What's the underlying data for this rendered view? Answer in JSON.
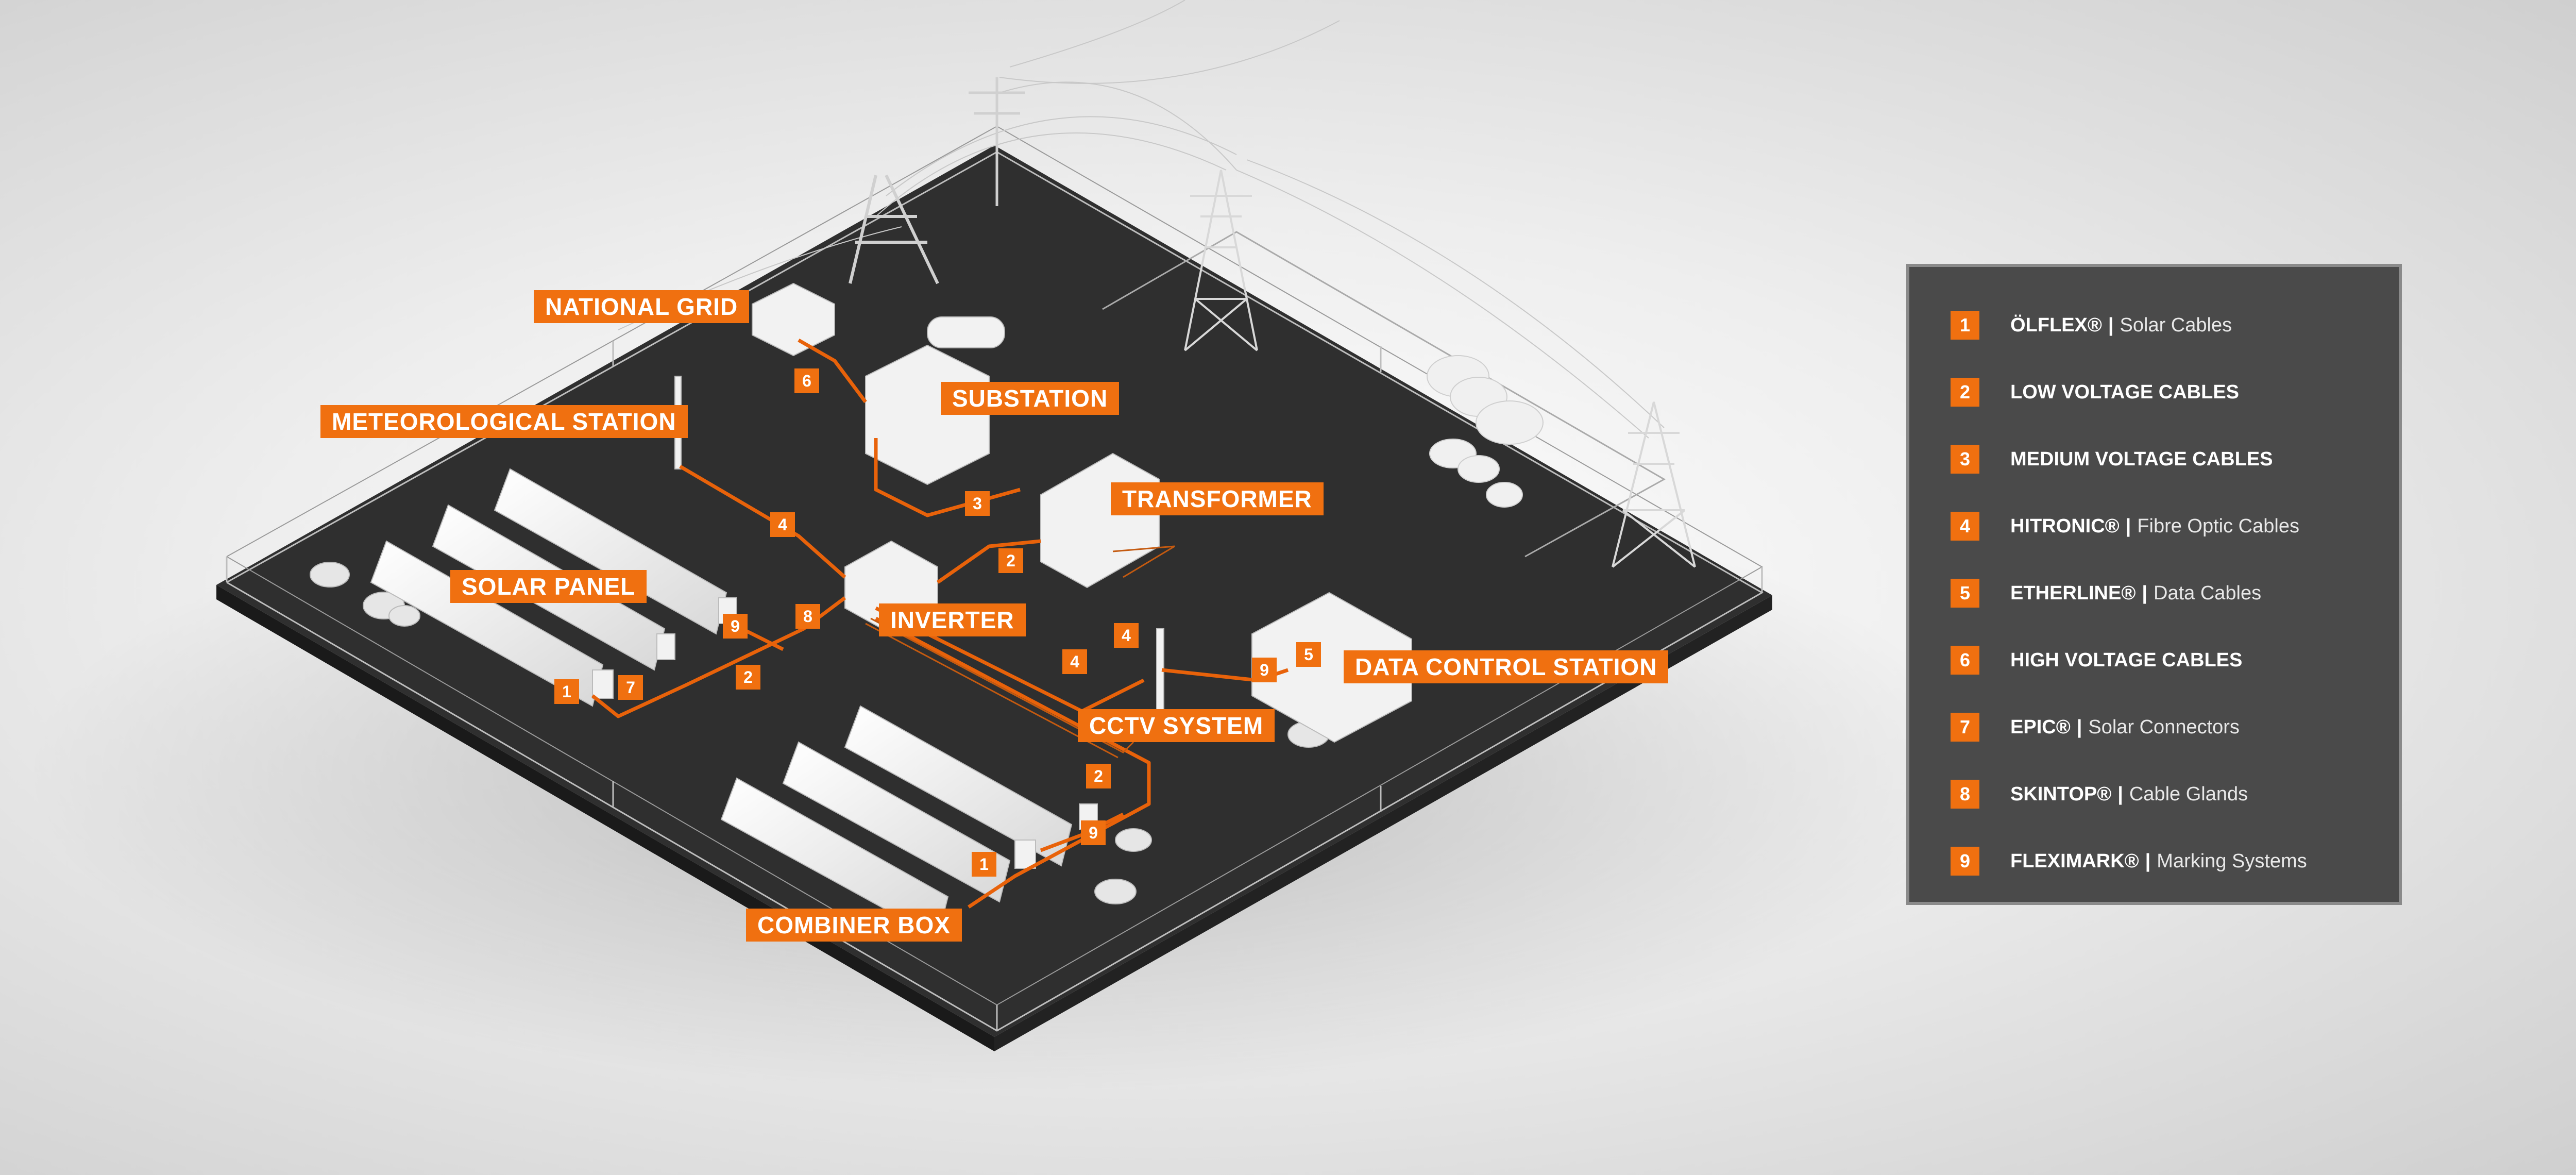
{
  "diagram": {
    "labels": {
      "national_grid": "NATIONAL GRID",
      "meteorological_station": "METEOROLOGICAL STATION",
      "substation": "SUBSTATION",
      "transformer": "TRANSFORMER",
      "solar_panel": "SOLAR PANEL",
      "inverter": "INVERTER",
      "data_control_station": "DATA CONTROL STATION",
      "cctv_system": "CCTV SYSTEM",
      "combiner_box": "COMBINER BOX"
    },
    "markers": [
      "6",
      "4",
      "3",
      "2",
      "8",
      "9",
      "1",
      "7",
      "2",
      "4",
      "4",
      "5",
      "9",
      "2",
      "9",
      "1"
    ]
  },
  "legend": {
    "items": [
      {
        "num": "1",
        "brand": "ÖLFLEX®",
        "sep": "|",
        "product": "Solar Cables"
      },
      {
        "num": "2",
        "brand": "LOW VOLTAGE CABLES",
        "sep": "",
        "product": ""
      },
      {
        "num": "3",
        "brand": "MEDIUM VOLTAGE CABLES",
        "sep": "",
        "product": ""
      },
      {
        "num": "4",
        "brand": "HITRONIC®",
        "sep": "|",
        "product": "Fibre Optic Cables"
      },
      {
        "num": "5",
        "brand": "ETHERLINE®",
        "sep": "|",
        "product": "Data Cables"
      },
      {
        "num": "6",
        "brand": "HIGH VOLTAGE CABLES",
        "sep": "",
        "product": ""
      },
      {
        "num": "7",
        "brand": "EPIC®",
        "sep": "|",
        "product": "Solar Connectors"
      },
      {
        "num": "8",
        "brand": "SKINTOP®",
        "sep": "|",
        "product": "Cable Glands"
      },
      {
        "num": "9",
        "brand": "FLEXIMARK®",
        "sep": "|",
        "product": "Marking Systems"
      }
    ]
  },
  "colors": {
    "accent": "#f07010",
    "ground": "#2e2e2e",
    "panel_bg": "#4a4a4a"
  }
}
